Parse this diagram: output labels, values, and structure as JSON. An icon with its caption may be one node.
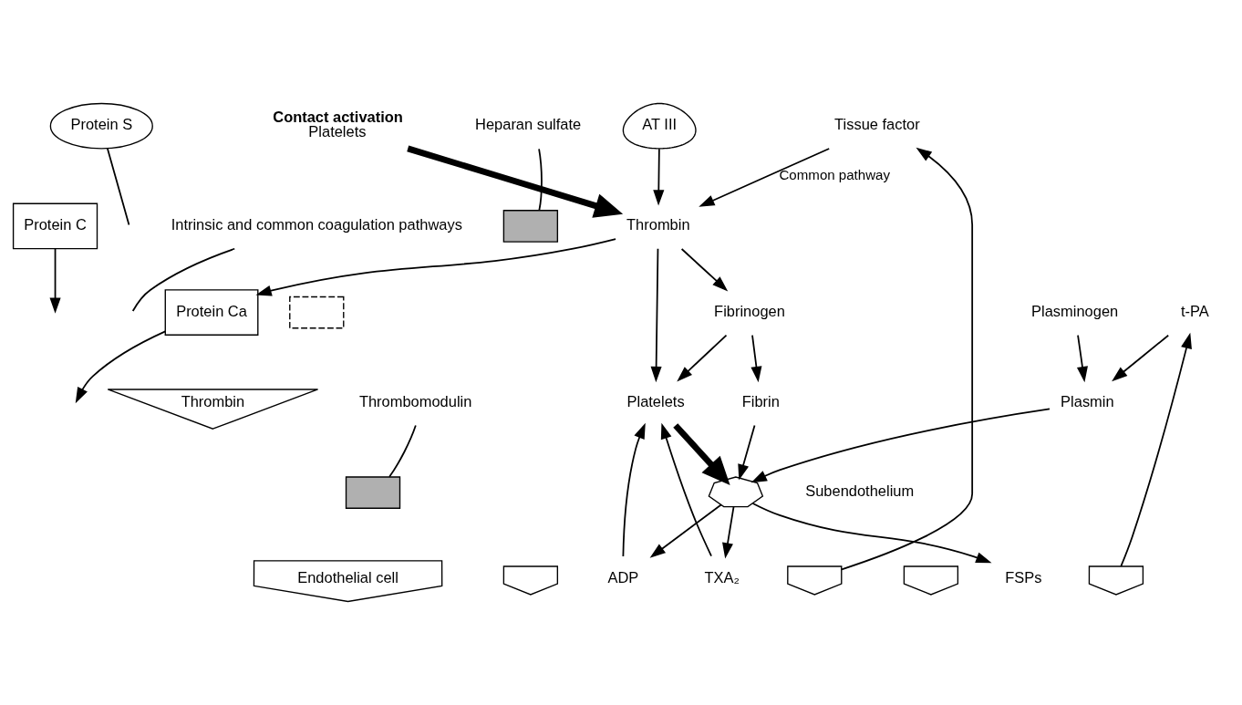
{
  "diagram": {
    "nodes": [
      {
        "text": [
          "Contact activation",
          "Platelets"
        ]
      },
      {
        "text": [
          "Intrinsic and common coagulation pathways"
        ]
      },
      {
        "text": [
          "Protein S"
        ]
      },
      {
        "text": [
          "Protein C"
        ]
      },
      {
        "text": [],
        "shape": "box"
      },
      {
        "text": [
          "Thrombin"
        ]
      },
      {
        "text": [
          "Protein Ca"
        ]
      },
      {
        "text": [],
        "shape": "box"
      },
      {
        "text": [
          "Thrombomodulin"
        ]
      },
      {
        "text": [
          "AT III"
        ]
      },
      {
        "text": [],
        "shape": "box"
      },
      {
        "text": [
          "Heparan sulfate"
        ]
      },
      {
        "text": [
          "Thrombin"
        ]
      },
      {
        "text": [
          "Fibrinogen"
        ]
      },
      {
        "text": [
          "Tissue factor"
        ]
      },
      {
        "text": [
          "Platelets"
        ]
      },
      {
        "text": [
          "Fibrin"
        ]
      },
      {
        "text": [
          "TXA₂"
        ]
      },
      {
        "text": [
          "ADP"
        ]
      },
      {
        "text": [],
        "shape": "picture"
      },
      {
        "text": [
          "FSPs"
        ]
      },
      {
        "text": [
          "Plasmin"
        ]
      },
      {
        "text": [
          "Plasminogen"
        ]
      },
      {
        "text": [
          "t-PA"
        ]
      },
      {
        "text": [
          "Endothelial cell"
        ]
      },
      {
        "text": [],
        "shape": "dome"
      },
      {
        "text": [],
        "shape": "dome"
      },
      {
        "text": [],
        "shape": "dome"
      },
      {
        "text": [],
        "shape": "dome"
      }
    ],
    "edges": [
      {
        "from": 0,
        "to": 12,
        "arrow": "to",
        "style": "thick"
      },
      {
        "from": 1,
        "to": null,
        "arrow": "none"
      },
      {
        "from": 6,
        "to": null,
        "arrow": "to"
      },
      {
        "from": 2,
        "to": null,
        "arrow": "none"
      },
      {
        "from": 3,
        "to": null,
        "arrow": "to"
      },
      {
        "from": 12,
        "to": 6,
        "arrow": "to"
      },
      {
        "from": 9,
        "to": 12,
        "arrow": "to"
      },
      {
        "from": 14,
        "to": 12,
        "arrow": "to",
        "label": "Common pathway"
      },
      {
        "from": 26,
        "to": 14,
        "arrow": "to"
      },
      {
        "from": 12,
        "to": 13,
        "arrow": "to"
      },
      {
        "from": 12,
        "to": 15,
        "arrow": "to"
      },
      {
        "from": 13,
        "to": 15,
        "arrow": "to"
      },
      {
        "from": 13,
        "to": 16,
        "arrow": "to"
      },
      {
        "from": 16,
        "to": 19,
        "arrow": "to"
      },
      {
        "from": 15,
        "to": 19,
        "arrow": "to",
        "style": "thick"
      },
      {
        "from": 19,
        "to": 17,
        "arrow": "to"
      },
      {
        "from": 17,
        "to": 15,
        "arrow": "to"
      },
      {
        "from": 19,
        "to": 18,
        "arrow": "to"
      },
      {
        "from": 18,
        "to": 15,
        "arrow": "to"
      },
      {
        "from": 19,
        "to": 20,
        "arrow": "to"
      },
      {
        "from": 21,
        "to": 19,
        "arrow": "to"
      },
      {
        "from": 22,
        "to": 21,
        "arrow": "to"
      },
      {
        "from": 28,
        "to": 23,
        "arrow": "to"
      },
      {
        "from": 23,
        "to": 21,
        "arrow": "to"
      },
      {
        "from": 8,
        "to": 7,
        "arrow": "none"
      },
      {
        "from": 11,
        "to": 10,
        "arrow": "none"
      }
    ],
    "labels": [
      "Subendothelium"
    ]
  }
}
